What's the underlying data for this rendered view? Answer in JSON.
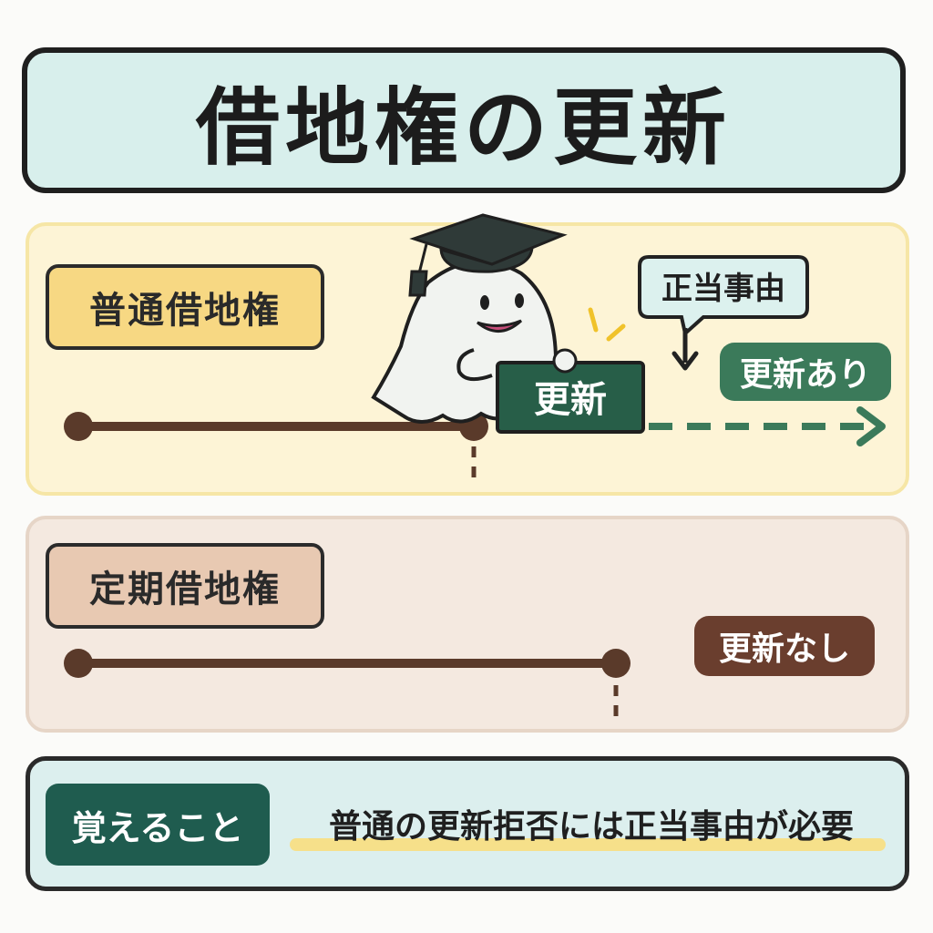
{
  "title": "借地権の更新",
  "ordinary": {
    "tag": "普通借地権",
    "renew_label": "更新",
    "reason_label": "正当事由",
    "result_label": "更新あり"
  },
  "fixed": {
    "tag": "定期借地権",
    "result_label": "更新なし"
  },
  "memo": {
    "tag": "覚えること",
    "text": "普通の更新拒否には正当事由が必要"
  },
  "colors": {
    "title_bg": "#d8efec",
    "ordinary_panel": "#fdf4d6",
    "fixed_panel": "#f4e9e0",
    "green": "#3b7a5a",
    "brown_line": "#5a3a2a",
    "dark_teal": "#1f5c4f"
  },
  "icons": {
    "mascot": "ghost-with-graduation-cap-icon",
    "arrow": "dashed-arrow-right-icon"
  }
}
